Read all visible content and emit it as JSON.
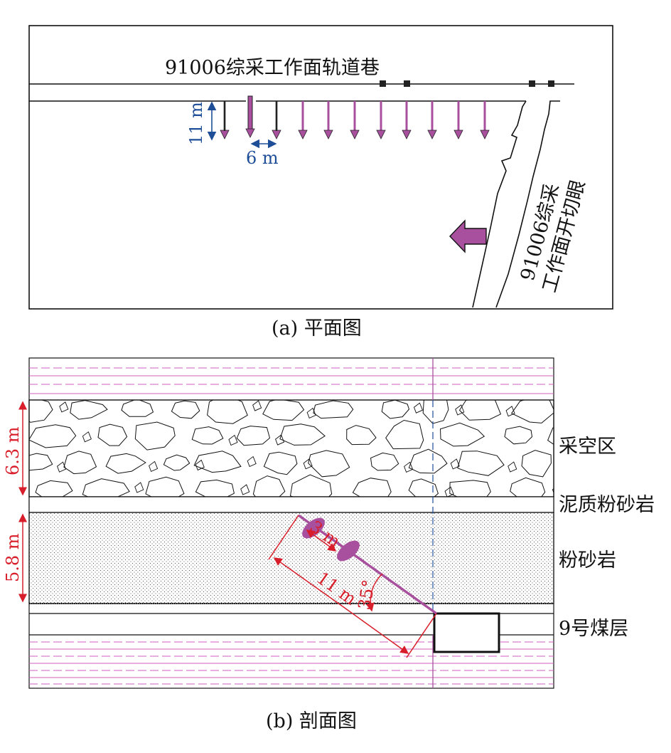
{
  "plan": {
    "caption": "(a) 平面图",
    "roadway_label": "91006综采工作面轨道巷",
    "cut_label_line1": "91006综采",
    "cut_label_line2": "工作面开切眼",
    "dim_vertical": "11 m",
    "dim_horizontal": "6 m"
  },
  "section": {
    "caption": "(b) 剖面图",
    "layers": [
      {
        "name": "采空区"
      },
      {
        "name": "泥质粉砂岩"
      },
      {
        "name": "粉砂岩"
      },
      {
        "name": "9号煤层"
      }
    ],
    "dim_goaf": "6.3 m",
    "dim_sandstone": "5.8 m",
    "dim_11m": "11 m",
    "dim_3m": "3 m",
    "angle": "35°"
  },
  "colors": {
    "hole": "#a8509d",
    "dimension_blue": "#1f4e99",
    "dimension_red": "#d81e2a",
    "lines": "#111111"
  }
}
